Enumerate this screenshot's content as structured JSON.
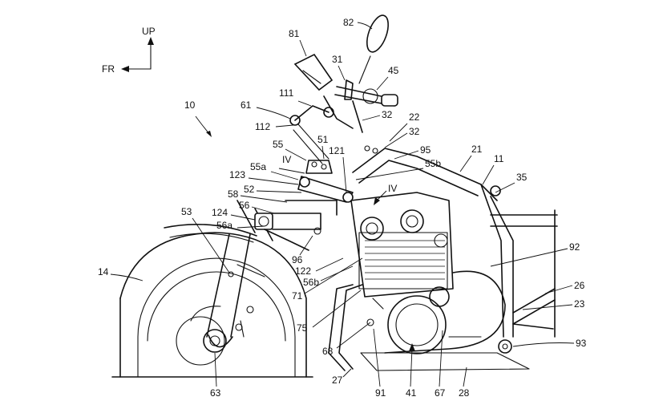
{
  "figure": {
    "reference_numeral": "10",
    "orientation": {
      "up_label": "UP",
      "front_label": "FR"
    },
    "section_marks": [
      "IV",
      "IV"
    ],
    "labels": {
      "n82": "82",
      "n81": "81",
      "n31": "31",
      "n45": "45",
      "n111": "111",
      "n61": "61",
      "n32a": "32",
      "n22": "22",
      "n32b": "32",
      "n112": "112",
      "n51": "51",
      "n121": "121",
      "n95": "95",
      "n55": "55",
      "n55a": "55a",
      "n55b": "55b",
      "n21": "21",
      "n11": "11",
      "n35": "35",
      "n123": "123",
      "n52": "52",
      "n58": "58",
      "n56": "56",
      "n53": "53",
      "n124": "124",
      "n56a": "56a",
      "n96": "96",
      "n122": "122",
      "n56b": "56b",
      "n71": "71",
      "n14": "14",
      "n92": "92",
      "n26": "26",
      "n23": "23",
      "n75": "75",
      "n68": "68",
      "n93": "93",
      "n27": "27",
      "n91": "91",
      "n41": "41",
      "n67": "67",
      "n28": "28",
      "n63": "63"
    }
  }
}
